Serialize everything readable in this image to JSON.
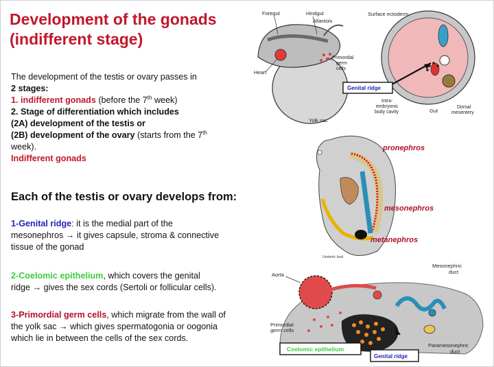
{
  "title": {
    "line1": "Development of the gonads",
    "line2": "(indifferent stage)"
  },
  "intro": {
    "line1": "The development of the testis or ovary passes in",
    "line2": "2 stages:",
    "item1_bold": "1. indifferent gonads",
    "item1_rest": " (before the 7",
    "item1_sup": "th",
    "item1_end": " week)",
    "item2": "2. Stage of differentiation which includes",
    "item2a": "(2A) development of the testis or",
    "item2b_bold": "(2B) development of the ovary",
    "item2b_rest": " (starts from the 7",
    "item2b_sup": "th",
    "item2b_end": "week).",
    "indifferent": "Indifferent gonads"
  },
  "heading": "Each of the testis or ovary develops from:",
  "points": {
    "p1_label": "1-Genital ridge",
    "p1_text1": ": it is the medial part of the",
    "p1_text2": "mesonephros → it gives capsule, stroma & connective",
    "p1_text3": "tissue of the gonad",
    "p2_label": "2-Coelomic epithelium",
    "p2_text1": ", which covers the genital",
    "p2_text2": "ridge → gives the sex cords (Sertoli or follicular cells).",
    "p3_label": "3-Primordial germ cells",
    "p3_text1": ", which migrate from the wall of",
    "p3_text2": "the yolk sac → which gives spermatogonia or oogonia",
    "p3_text3": "which lie in between the cells of the sex cords."
  },
  "diagram1": {
    "foregut": "Foregut",
    "hindgut": "Hindgut",
    "allantois": "Allantois",
    "primordial1": "Primordial",
    "primordial2": "germ",
    "primordial3": "cells",
    "heart": "Heart",
    "yolk_sac": "Yolk sac"
  },
  "diagram2": {
    "surface_ectoderm": "Surface ectoderm",
    "genital_ridge": "Genital ridge",
    "intra1": "Intra-",
    "intra2": "embryonic",
    "intra3": "body cavity",
    "gut": "Gut",
    "dorsal1": "Dorsal",
    "dorsal2": "mesentery"
  },
  "diagram3": {
    "pronephros": "pronephros",
    "mesonephros": "mesonephros",
    "metanephros": "metanephros",
    "ureteric_bud": "Ureteric bud"
  },
  "diagram4": {
    "aorta": "Aorta",
    "mesonephric1": "Mesonephric",
    "mesonephric2": "duct",
    "primordial1": "Primordial",
    "primordial2": "germ cells",
    "paramesonephric1": "Paramesonephric",
    "paramesonephric2": "duct",
    "coelomic": "Coelomic epithelium",
    "genital_ridge": "Genital ridge"
  },
  "colors": {
    "title_red": "#c0172a",
    "blue_label": "#2323b5",
    "green_label": "#3bcc3b",
    "annotation_red": "#b2102a"
  }
}
